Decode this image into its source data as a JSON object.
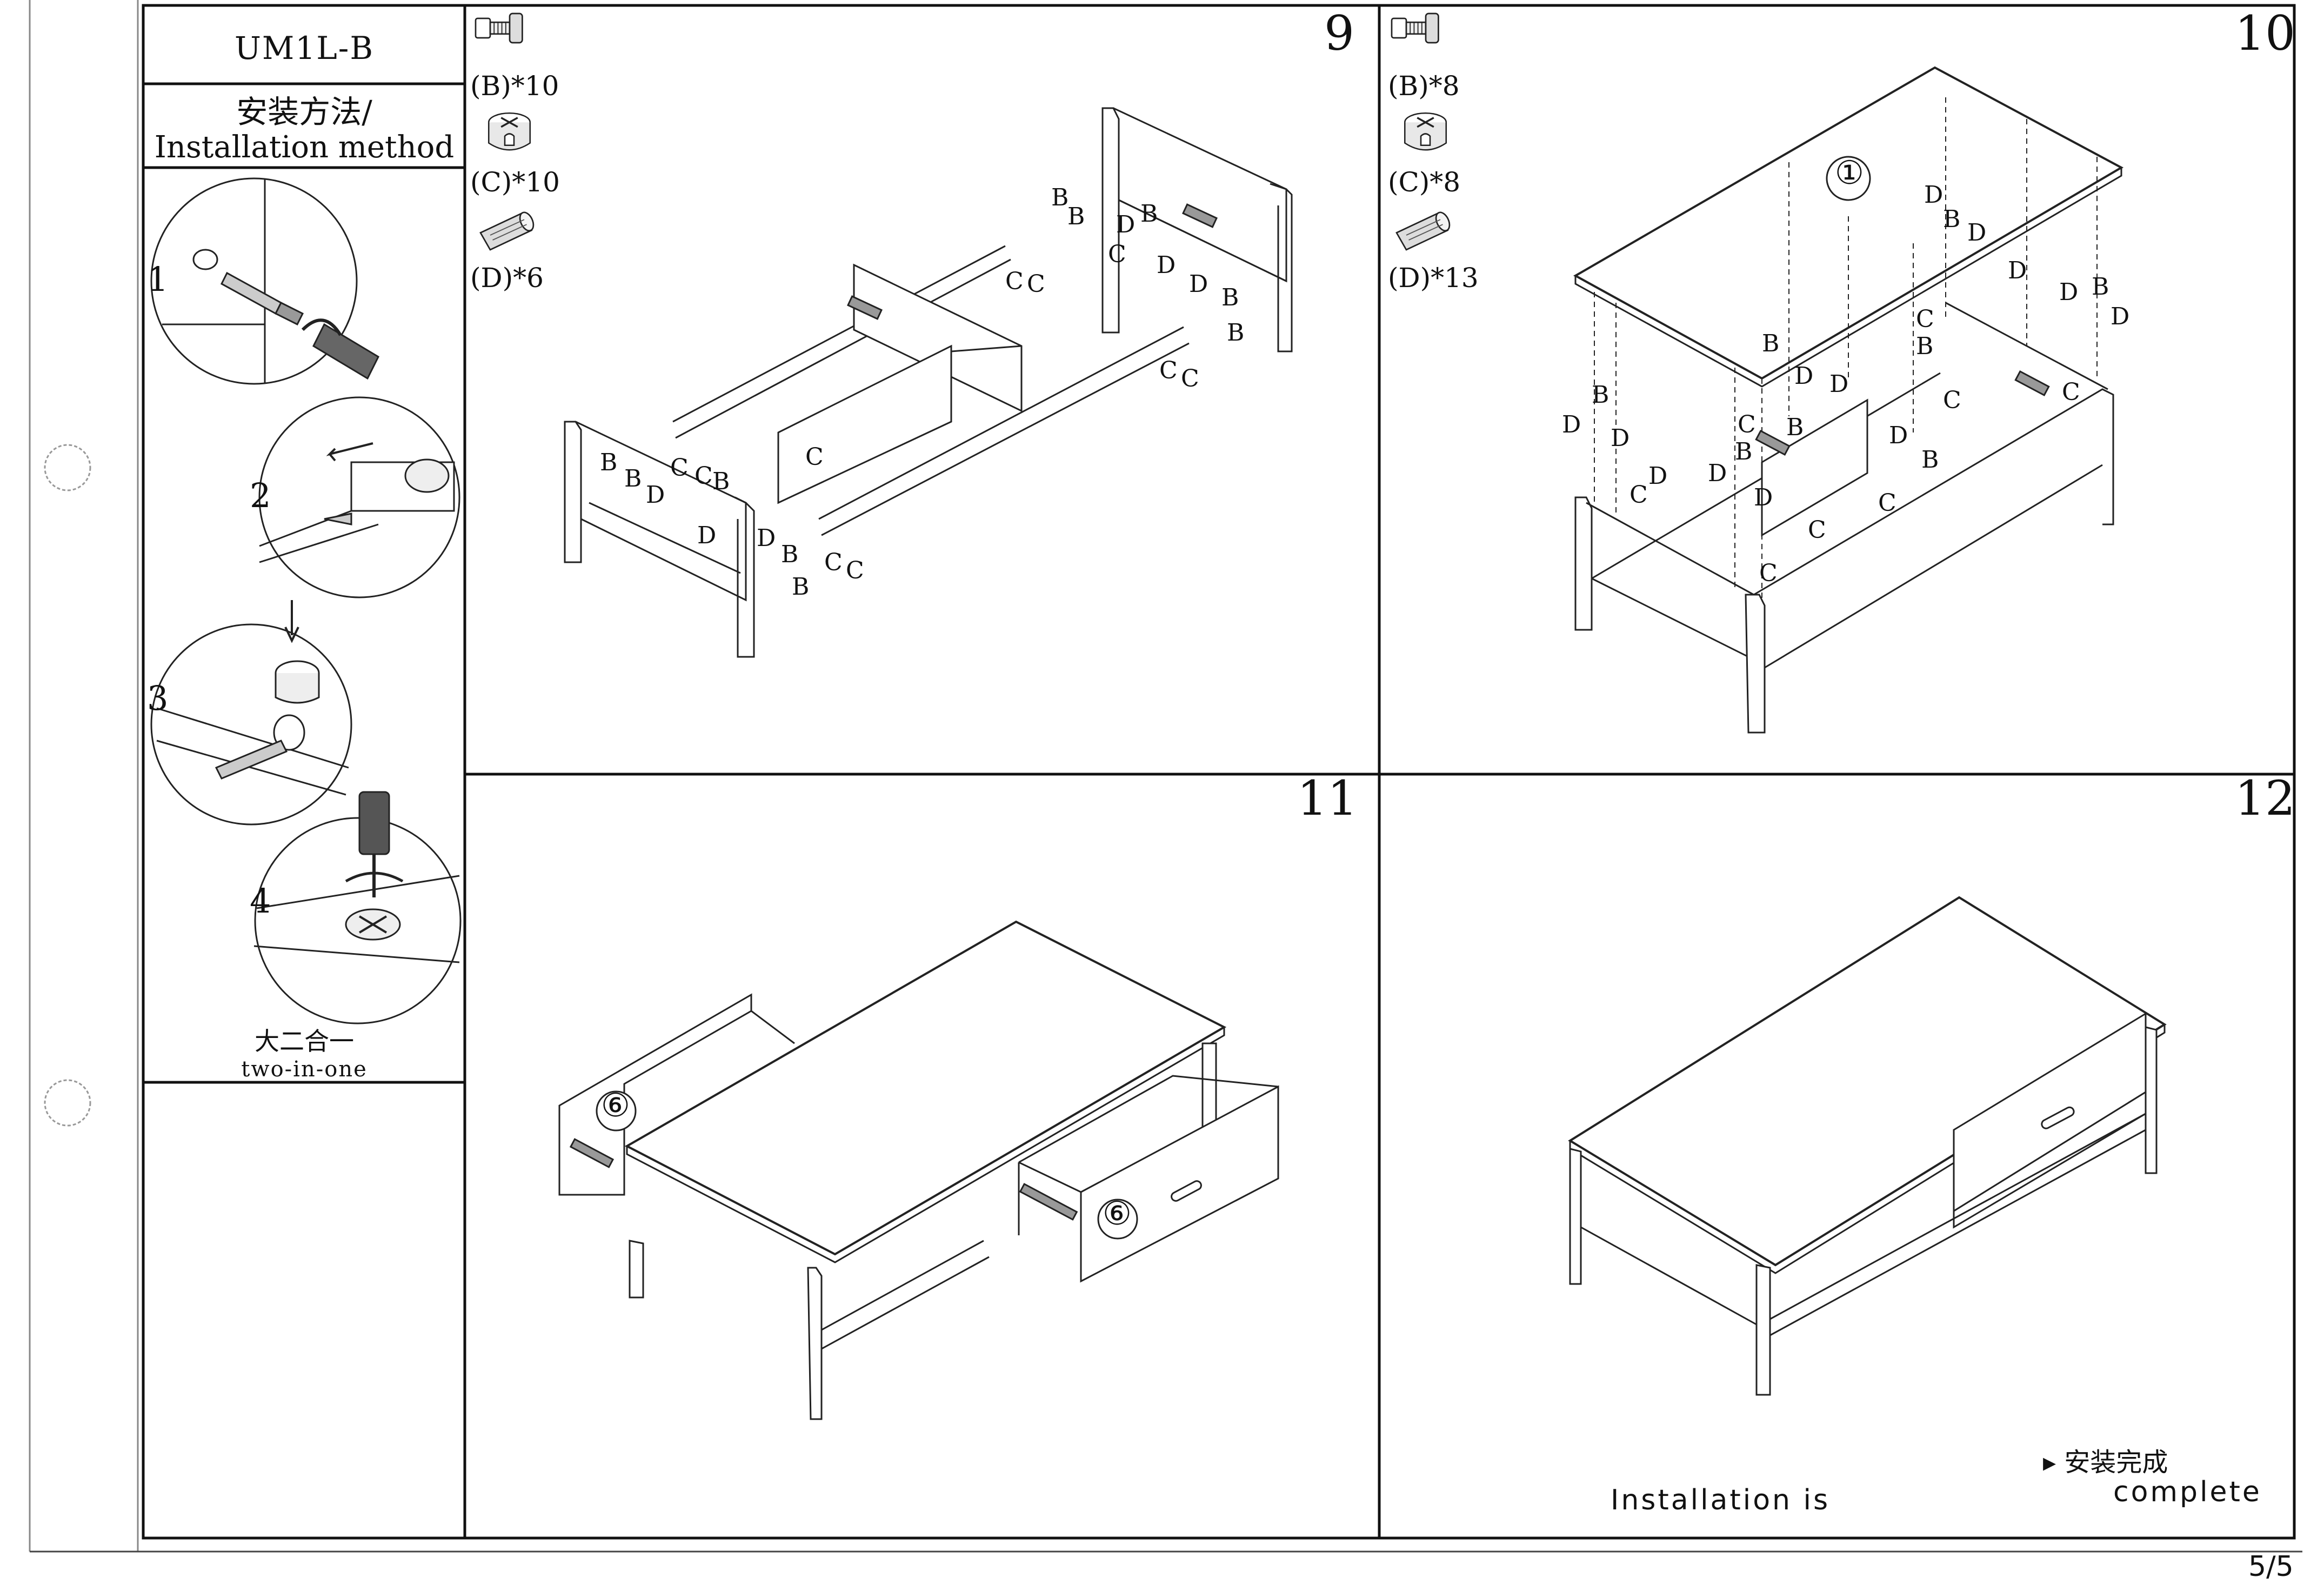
{
  "header": {
    "model": "UM1L-B",
    "title_cn": "安装方法/",
    "title_en": "Installation method"
  },
  "method_steps": [
    "1",
    "2",
    "3",
    "4"
  ],
  "two_in_one": {
    "cn": "大二合一",
    "en": "two-in-one"
  },
  "panels": [
    {
      "number": "9",
      "legend": [
        {
          "icon": "cam-bolt-icon",
          "label": "(B)*10"
        },
        {
          "icon": "cam-lock-icon",
          "label": "(C)*10"
        },
        {
          "icon": "wood-dowel-icon",
          "label": "(D)*6"
        }
      ]
    },
    {
      "number": "10",
      "legend": [
        {
          "icon": "cam-bolt-icon",
          "label": "(B)*8"
        },
        {
          "icon": "cam-lock-icon",
          "label": "(C)*8"
        },
        {
          "icon": "wood-dowel-icon",
          "label": "(D)*13"
        }
      ]
    },
    {
      "number": "11"
    },
    {
      "number": "12"
    }
  ],
  "part_markers": {
    "top_panel": "①",
    "drawer": "⑥"
  },
  "letters": {
    "b": "B",
    "c": "C",
    "d": "D"
  },
  "completion": {
    "cn": "▸ 安装完成",
    "en_line1": "Installation is",
    "en_line2": "complete"
  },
  "page_number": "5/5"
}
